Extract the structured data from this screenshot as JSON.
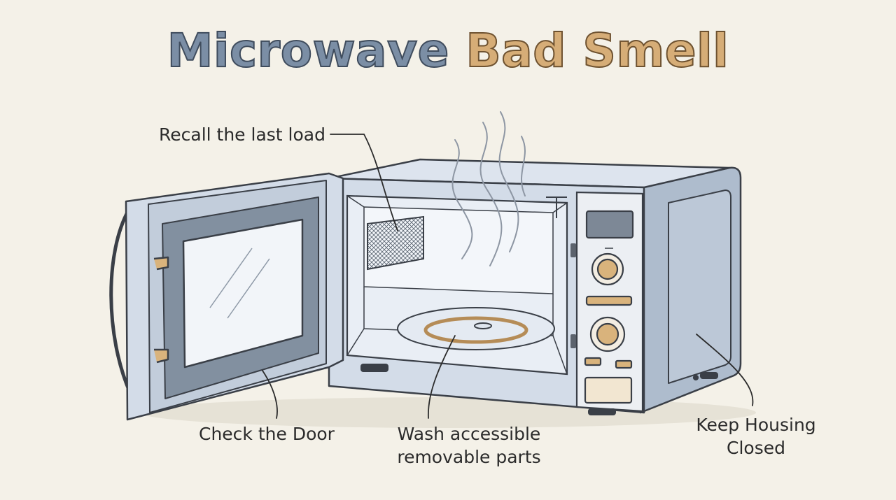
{
  "title": {
    "word1": "Microwave",
    "word2": "Bad Smell"
  },
  "labels": {
    "recall": "Recall the last load",
    "door": "Check the Door",
    "wash_line1": "Wash accessible",
    "wash_line2": "removable parts",
    "housing_line1": "Keep Housing",
    "housing_line2": "Closed"
  },
  "colors": {
    "background": "#f4f1e8",
    "title_blue": "#7b8ea5",
    "title_gold": "#d6ad77",
    "body_blue": "#c9d3e0",
    "outline": "#3a3f47",
    "accent_gold": "#d9b37c"
  },
  "icons": [
    "microwave-illustration",
    "steam-icon",
    "turntable-icon",
    "knob-icon"
  ]
}
